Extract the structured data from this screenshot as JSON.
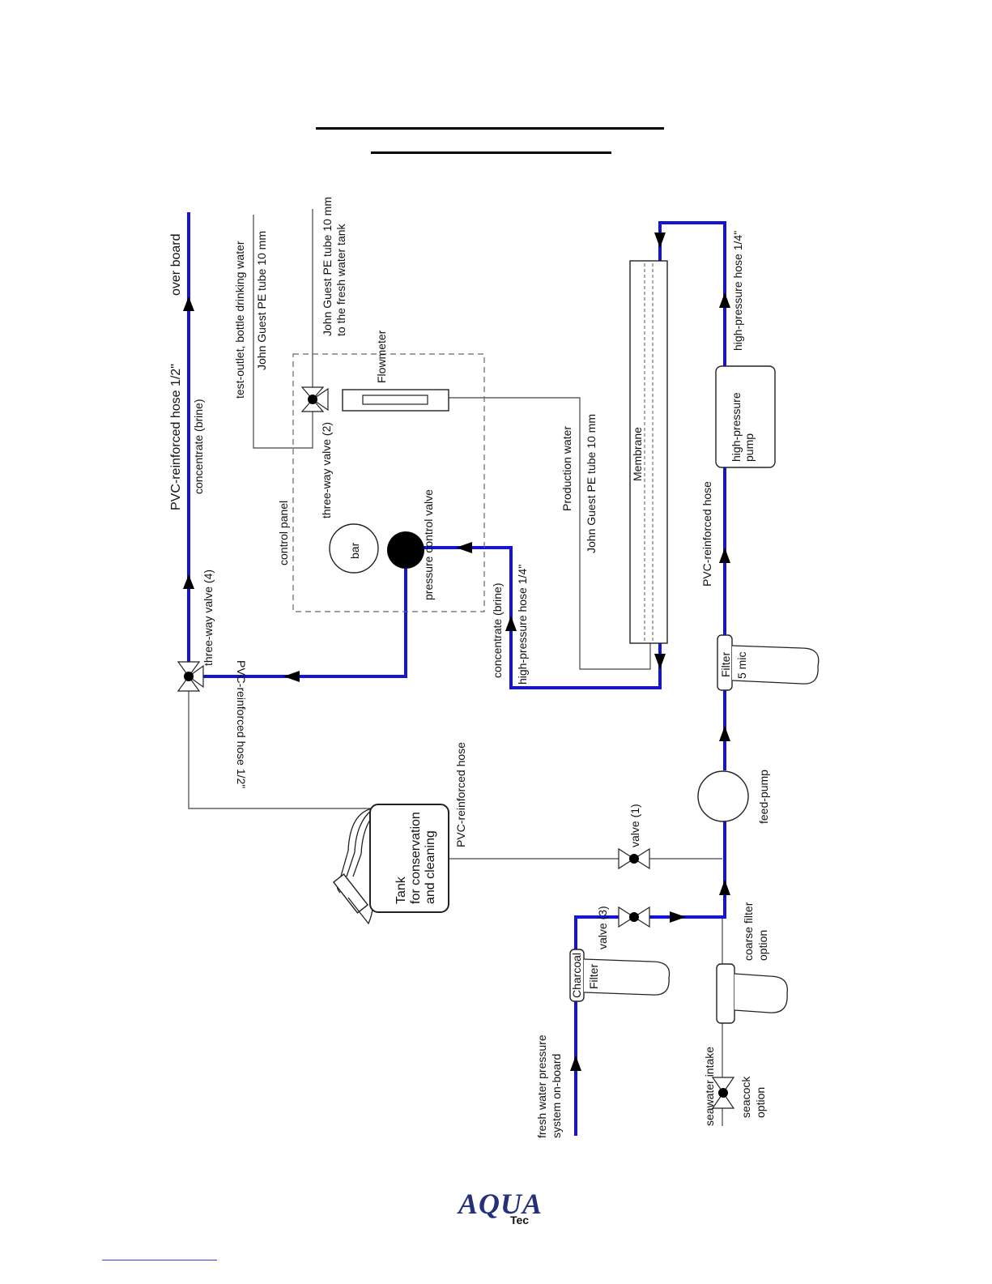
{
  "diagram": {
    "labels": {
      "over_board": "over board",
      "pvc_half_top": "PVC-reinforced hose 1/2\"",
      "concentrate_brine_top": "concentrate (brine)",
      "test_outlet": "test-outlet, bottle drinking water",
      "jg_tube_test": "John Guest PE tube 10 mm",
      "jg_tube_tank_1": "John Guest PE tube 10 mm",
      "jg_tube_tank_2": "to the fresh water tank",
      "flowmeter": "Flowmeter",
      "three_way_valve_2": "three-way valve (2)",
      "control_panel": "control panel",
      "bar": "bar",
      "pressure_control_valve": "pressure control valve",
      "production_water": "Production water",
      "jg_tube_prod": "John Guest PE tube 10 mm",
      "membrane": "Membrane",
      "hp_hose_top": "high-pressure hose 1/4\"",
      "hp_pump_1": "high-pressure",
      "hp_pump_2": "pump",
      "pvc_hose_pump": "PVC-reinforced hose",
      "three_way_valve_4": "three-way valve (4)",
      "pvc_half_bottom": "PVC-reinforced hose 1/2\"",
      "concentrate_brine_mid": "concentrate (brine)",
      "hp_hose_mid": "high-pressure hose 1/4\"",
      "filter": "Filter",
      "five_mic": "5 mic",
      "pvc_hose_tank": "PVC-reinforced hose",
      "tank_1": "Tank",
      "tank_2": "for conservation",
      "tank_3": "and cleaning",
      "valve_1": "valve (1)",
      "feed_pump": "feed-pump",
      "valve_3": "valve (3)",
      "coarse_filter_1": "coarse filter",
      "coarse_filter_2": "option",
      "charcoal": "Charcoal",
      "charcoal_filter": "Filter",
      "fresh_water_1": "fresh water pressure",
      "fresh_water_2": "system on-board",
      "seawater_intake": "seawater intake",
      "seacock_1": "seacock",
      "seacock_2": "option"
    },
    "colors": {
      "pipe": "#1414d8",
      "logo": "#23307a"
    }
  },
  "logo": {
    "main": "AQUA",
    "sub": "Tec"
  }
}
